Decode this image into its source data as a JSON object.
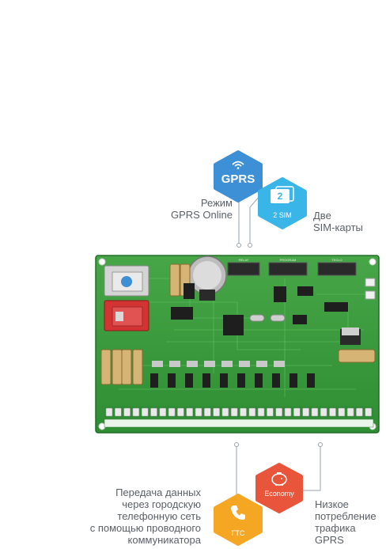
{
  "badges": {
    "gprs": {
      "label": "GPRS",
      "color": "#3d8fd6",
      "icon": "wifi-icon"
    },
    "two_sim": {
      "number": "2",
      "label": "2 SIM",
      "color": "#39b5e8",
      "icon": "sim-card-icon"
    },
    "economy": {
      "label": "Economy",
      "color": "#e8553a",
      "icon": "piggy-bank-icon"
    },
    "gts": {
      "label": "ГТС",
      "color": "#f5a623",
      "icon": "phone-icon"
    }
  },
  "captions": {
    "gprs_mode": [
      "Режим",
      "GPRS Online"
    ],
    "two_sim": [
      "Две",
      "SIM-карты"
    ],
    "data_transfer": [
      "Передача данных",
      "через городскую",
      "телефонную сеть",
      "с помощью проводного",
      "коммуникатора"
    ],
    "low_traffic": [
      "Низкое",
      "потребление",
      "трафика",
      "GPRS"
    ]
  },
  "board": {
    "pcb_color": "#3a9a3c",
    "silk": {
      "relay": "RELAY",
      "program": "PROGRAM",
      "tmem": "TECLO"
    }
  }
}
